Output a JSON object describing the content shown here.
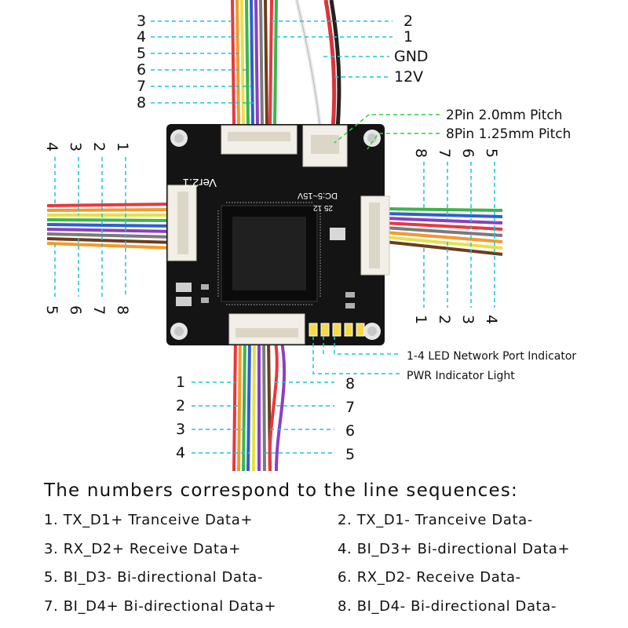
{
  "top_pins_left": [
    "3",
    "4",
    "5",
    "6",
    "7",
    "8"
  ],
  "top_pins_right": [
    "2",
    "1",
    "GND",
    "12V"
  ],
  "left_pins_top": [
    "4",
    "3",
    "2",
    "1"
  ],
  "left_pins_bottom": [
    "5",
    "6",
    "7",
    "8"
  ],
  "right_pins_top": [
    "8",
    "7",
    "6",
    "5"
  ],
  "right_pins_bottom": [
    "1",
    "2",
    "3",
    "4"
  ],
  "bottom_pins_left": [
    "1",
    "2",
    "3",
    "4"
  ],
  "bottom_pins_right": [
    "8",
    "7",
    "6",
    "5"
  ],
  "connector_labels": {
    "pitch_2pin": "2Pin 2.0mm Pitch",
    "pitch_8pin": "8Pin 1.25mm Pitch"
  },
  "indicator_labels": {
    "led": "1-4 LED Network Port Indicator",
    "pwr": "PWR Indicator Light"
  },
  "board": {
    "version": "Ver2.1",
    "voltage": "DC:5~15V",
    "code": "25 12"
  },
  "heading": "The numbers correspond to the line sequences:",
  "legend": [
    "1. TX_D1+ Tranceive Data+",
    "2. TX_D1- Tranceive Data-",
    "3. RX_D2+ Receive Data+",
    "4. BI_D3+ Bi-directional Data+",
    "5. BI_D3- Bi-directional Data-",
    "6. RX_D2- Receive Data-",
    "7. BI_D4+ Bi-directional Data+",
    "8. BI_D4- Bi-directional Data-"
  ],
  "colors": {
    "board": "#141414",
    "leader_cyan": "#19c6d8",
    "leader_green": "#2ed13a",
    "connector": "#f2efe8",
    "led_yellow": "#f5d94a"
  }
}
